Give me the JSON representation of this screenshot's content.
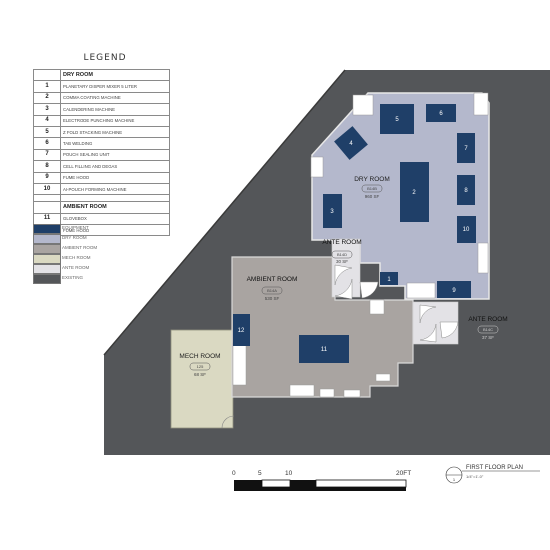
{
  "legend": {
    "title": "LEGEND",
    "dry_room_section": "DRY ROOM",
    "ambient_room_section": "AMBIENT ROOM",
    "dry_items": [
      {
        "num": "1",
        "label": "PLANETARY DISPER MIXER 5 LITER"
      },
      {
        "num": "2",
        "label": "COMMA COATING MACHINE"
      },
      {
        "num": "3",
        "label": "CALENDERING MACHINE"
      },
      {
        "num": "4",
        "label": "ELECTRODE PUNCHING MACHINE"
      },
      {
        "num": "5",
        "label": "Z FOLD STACKING MACHINE"
      },
      {
        "num": "6",
        "label": "TAB WELDING"
      },
      {
        "num": "7",
        "label": "POUCH SEALING UNIT"
      },
      {
        "num": "8",
        "label": "CELL FILLING AND DEGAS"
      },
      {
        "num": "9",
        "label": "FUME HOOD"
      },
      {
        "num": "10",
        "label": "AI-POUCH FORMING MACHINE"
      }
    ],
    "ambient_items": [
      {
        "num": "11",
        "label": "GLOVEBOX"
      },
      {
        "num": "12",
        "label": "FUME HOOD"
      }
    ],
    "keys": [
      {
        "label": "EQUIPMENT",
        "color": "#1f3f68"
      },
      {
        "label": "DRY ROOM",
        "color": "#b4b8cc"
      },
      {
        "label": "AMBIENT ROOM",
        "color": "#a9a4a1"
      },
      {
        "label": "MECH ROOM",
        "color": "#dad9c2"
      },
      {
        "label": "ANTE ROOM",
        "color": "#e3e2e6"
      },
      {
        "label": "EXISTING",
        "color": "#545659"
      }
    ]
  },
  "rooms": {
    "dry": {
      "name": "DRY ROOM",
      "tag": "B14B",
      "area": "960 SF"
    },
    "ante_top": {
      "name": "ANTE ROOM",
      "tag": "B14D",
      "area": "30 SF"
    },
    "ambient": {
      "name": "AMBIENT ROOM",
      "tag": "B14A",
      "area": "530 SF"
    },
    "ante_right": {
      "name": "ANTE ROOM",
      "tag": "B14C",
      "area": "37 SF"
    },
    "mech": {
      "name": "MECH ROOM",
      "tag": "125",
      "area": "68 SF"
    }
  },
  "equipment_labels": {
    "e1": "1",
    "e2": "2",
    "e3": "3",
    "e4": "4",
    "e5": "5",
    "e6": "6",
    "e7": "7",
    "e8": "8",
    "e9": "9",
    "e10": "10",
    "e11": "11",
    "e12": "12"
  },
  "scale": {
    "t0": "0",
    "t5": "5",
    "t10": "10",
    "t20": "20FT"
  },
  "plan_title": {
    "title": "FIRST FLOOR PLAN",
    "scale": "1/4\"=1'-0\"",
    "ref": "1"
  },
  "colors": {
    "existing": "#545659",
    "dry_room": "#b4b8cc",
    "ambient_room": "#a9a4a1",
    "mech_room": "#dad9c2",
    "ante_room": "#e3e2e6",
    "equipment": "#1f3f68"
  }
}
